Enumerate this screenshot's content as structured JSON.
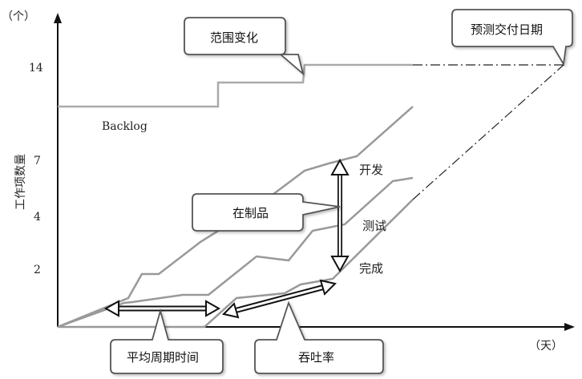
{
  "axes": {
    "y_unit": "（个）",
    "x_unit": "（天）",
    "y_label": "工作项数量",
    "y_ticks": [
      "14",
      "7",
      "4",
      "2"
    ]
  },
  "series_labels": {
    "backlog": "Backlog",
    "dev": "开发",
    "test": "测试",
    "done": "完成"
  },
  "callouts": {
    "scope_change": "范围变化",
    "forecast_date": "预测交付日期",
    "wip": "在制品",
    "avg_cycle_time": "平均周期时间",
    "throughput": "吞吐率"
  }
}
